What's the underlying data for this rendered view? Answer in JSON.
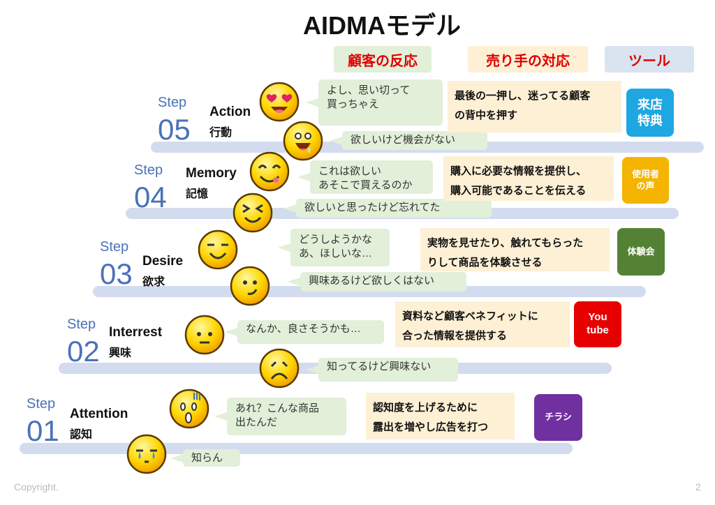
{
  "title": "AIDMAモデル",
  "headers": {
    "reaction": "顧客の反応",
    "seller": "売り手の対応",
    "tool": "ツール"
  },
  "colors": {
    "reaction_bg": "#e2efd9",
    "seller_bg": "#fdf0d5",
    "tool_header_bg": "#dae3f0",
    "step_blue": "#4a72b8",
    "header_text": "#e00000"
  },
  "steps": [
    {
      "step_label": "Step",
      "number": "05",
      "en": "Action",
      "ja": "行動",
      "reactions": [
        {
          "icon": "heart-eyes-face-icon",
          "text": "よし、思い切って\n買っちゃえ"
        },
        {
          "icon": "drooling-face-icon",
          "text": "欲しいけど機会がない"
        }
      ],
      "seller": [
        "最後の一押し、迷ってる顧客",
        "の背中を押す"
      ],
      "tool": {
        "lines": [
          "来店",
          "特典"
        ],
        "color": "#1ea7e1"
      }
    },
    {
      "step_label": "Step",
      "number": "04",
      "en": "Memory",
      "ja": "記憶",
      "reactions": [
        {
          "icon": "yum-face-icon",
          "text": "これは欲しい\nあそこで買えるのか"
        },
        {
          "icon": "squinting-face-icon",
          "text": "欲しいと思ったけど忘れてた"
        }
      ],
      "seller": [
        "購入に必要な情報を提供し、",
        "購入可能であることを伝える"
      ],
      "tool": {
        "lines": [
          "使用者",
          "の声"
        ],
        "color": "#f4b400"
      }
    },
    {
      "step_label": "Step",
      "number": "03",
      "en": "Desire",
      "ja": "欲求",
      "reactions": [
        {
          "icon": "smirking-face-icon",
          "text": "どうしようかな\nあ、ほしいな…"
        },
        {
          "icon": "slight-smile-face-icon",
          "text": "興味あるけど欲しくはない"
        }
      ],
      "seller": [
        "実物を見せたり、触れてもらった",
        "りして商品を体験させる"
      ],
      "tool": {
        "lines": [
          "体験会"
        ],
        "color": "#548235"
      }
    },
    {
      "step_label": "Step",
      "number": "02",
      "en": "Interrest",
      "ja": "興味",
      "reactions": [
        {
          "icon": "neutral-face-icon",
          "text": "なんか、良さそうかも…"
        },
        {
          "icon": "frowning-face-icon",
          "text": "知ってるけど興味ない"
        }
      ],
      "seller": [
        "資料など顧客ベネフィットに",
        "合った情報を提供する"
      ],
      "tool": {
        "lines": [
          "You",
          "tube"
        ],
        "color": "#e60000"
      }
    },
    {
      "step_label": "Step",
      "number": "01",
      "en": "Attention",
      "ja": "認知",
      "reactions": [
        {
          "icon": "shocked-face-icon",
          "text": "あれ？こんな商品\n出たんだ"
        },
        {
          "icon": "crying-face-icon",
          "text": "知らん"
        }
      ],
      "seller": [
        "認知度を上げるために",
        "露出を増やし広告を打つ"
      ],
      "tool": {
        "lines": [
          "チラシ"
        ],
        "color": "#7030a0"
      }
    }
  ],
  "footer": {
    "copyright": "Copyright.",
    "page": "2"
  }
}
